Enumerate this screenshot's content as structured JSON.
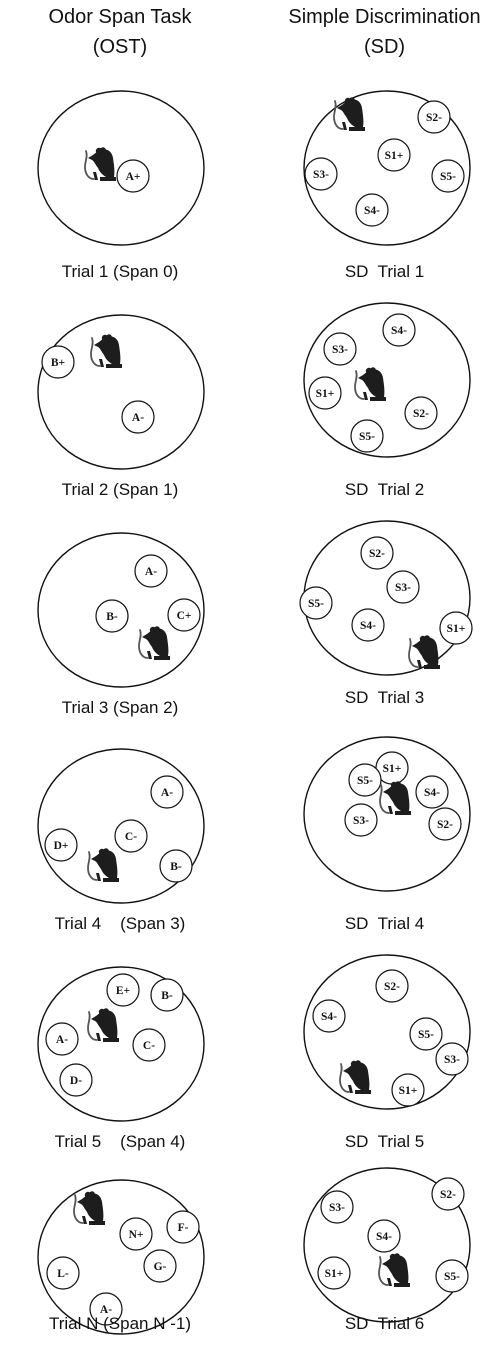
{
  "header": {
    "ost_line1": "Odor Span Task",
    "ost_line2": "(OST)",
    "sd_line1": "Simple Discrimination",
    "sd_line2": "(SD)"
  },
  "ost_trials": [
    {
      "caption": "Trial 1 (Span 0)",
      "cups": [
        "A+"
      ]
    },
    {
      "caption": "Trial 2 (Span 1)",
      "cups": [
        "B+",
        "A-"
      ]
    },
    {
      "caption": "Trial 3 (Span 2)",
      "cups": [
        "A-",
        "B-",
        "C+"
      ]
    },
    {
      "caption": "Trial 4    (Span 3)",
      "cups": [
        "A-",
        "D+",
        "C-",
        "B-"
      ]
    },
    {
      "caption": "Trial 5    (Span 4)",
      "cups": [
        "E+",
        "B-",
        "A-",
        "C-",
        "D-"
      ]
    },
    {
      "caption": "Trial N (Span N -1)",
      "cups": [
        "N+",
        "F-",
        "L-",
        "G-",
        "A-"
      ]
    }
  ],
  "sd_trials": [
    {
      "caption": "SD  Trial 1",
      "cups": [
        "S2-",
        "S1+",
        "S3-",
        "S5-",
        "S4-"
      ]
    },
    {
      "caption": "SD  Trial 2",
      "cups": [
        "S4-",
        "S3-",
        "S1+",
        "S2-",
        "S5-"
      ]
    },
    {
      "caption": "SD  Trial 3",
      "cups": [
        "S2-",
        "S3-",
        "S5-",
        "S4-",
        "S1+"
      ]
    },
    {
      "caption": "SD  Trial 4",
      "cups": [
        "S1+",
        "S5-",
        "S4-",
        "S3-",
        "S2-"
      ]
    },
    {
      "caption": "SD  Trial 5",
      "cups": [
        "S2-",
        "S4-",
        "S5-",
        "S3-",
        "S1+"
      ]
    },
    {
      "caption": "SD  Trial 6",
      "cups": [
        "S3-",
        "S2-",
        "S4-",
        "S1+",
        "S5-"
      ]
    }
  ],
  "icons": {
    "animal": "rat-icon",
    "cup": "odor-cup"
  }
}
